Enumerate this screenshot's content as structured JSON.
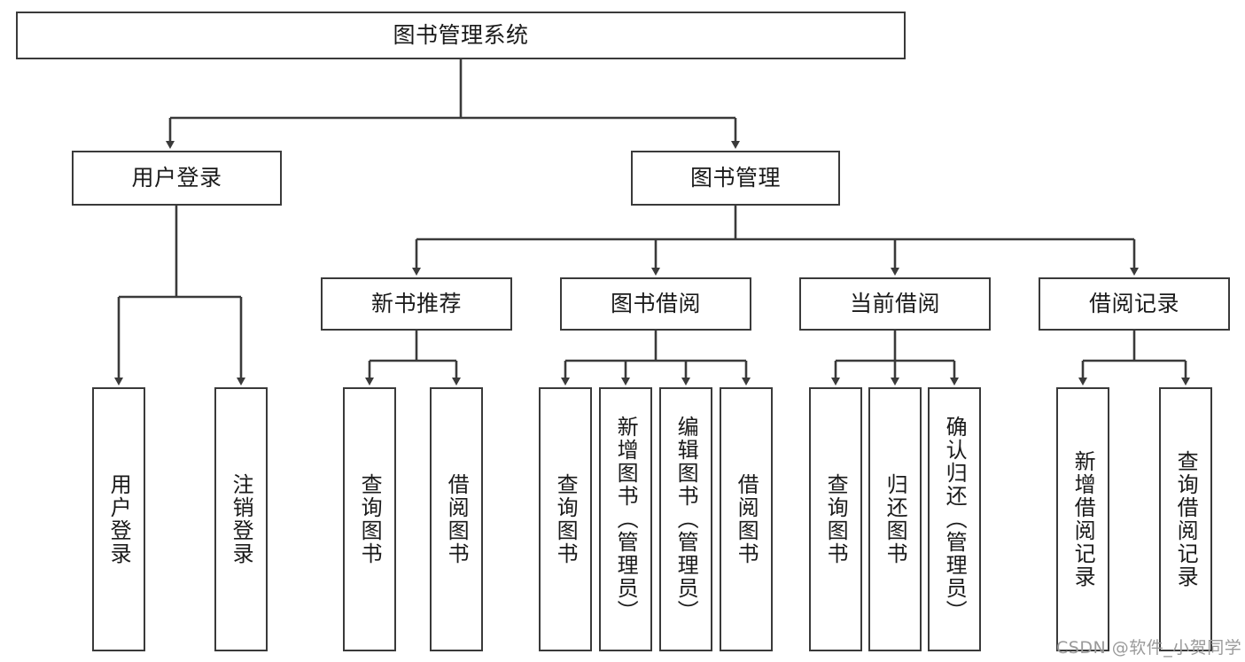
{
  "diagram": {
    "title": "图书管理系统",
    "type": "hierarchy-tree",
    "colors": {
      "stroke": "#3a3a3a",
      "fill": "#ffffff",
      "text": "#1a1a1a",
      "watermark": "#9a9a9a"
    },
    "root": {
      "label": "图书管理系统"
    },
    "level2": [
      {
        "label": "用户登录"
      },
      {
        "label": "图书管理"
      }
    ],
    "level3": [
      {
        "label": "新书推荐"
      },
      {
        "label": "图书借阅"
      },
      {
        "label": "当前借阅"
      },
      {
        "label": "借阅记录"
      }
    ],
    "leaves": {
      "user_login": [
        {
          "label": "用户登录"
        },
        {
          "label": "注销登录"
        }
      ],
      "new_book": [
        {
          "label": "查询图书"
        },
        {
          "label": "借阅图书"
        }
      ],
      "book_borrow": [
        {
          "label": "查询图书"
        },
        {
          "label": "新增图书（管理员）"
        },
        {
          "label": "编辑图书（管理员）"
        },
        {
          "label": "借阅图书"
        }
      ],
      "current_borrow": [
        {
          "label": "查询图书"
        },
        {
          "label": "归还图书"
        },
        {
          "label": "确认归还（管理员）"
        }
      ],
      "borrow_record": [
        {
          "label": "新增借阅记录"
        },
        {
          "label": "查询借阅记录"
        }
      ]
    }
  },
  "watermark": {
    "text": "CSDN @软件_小贺同学"
  }
}
